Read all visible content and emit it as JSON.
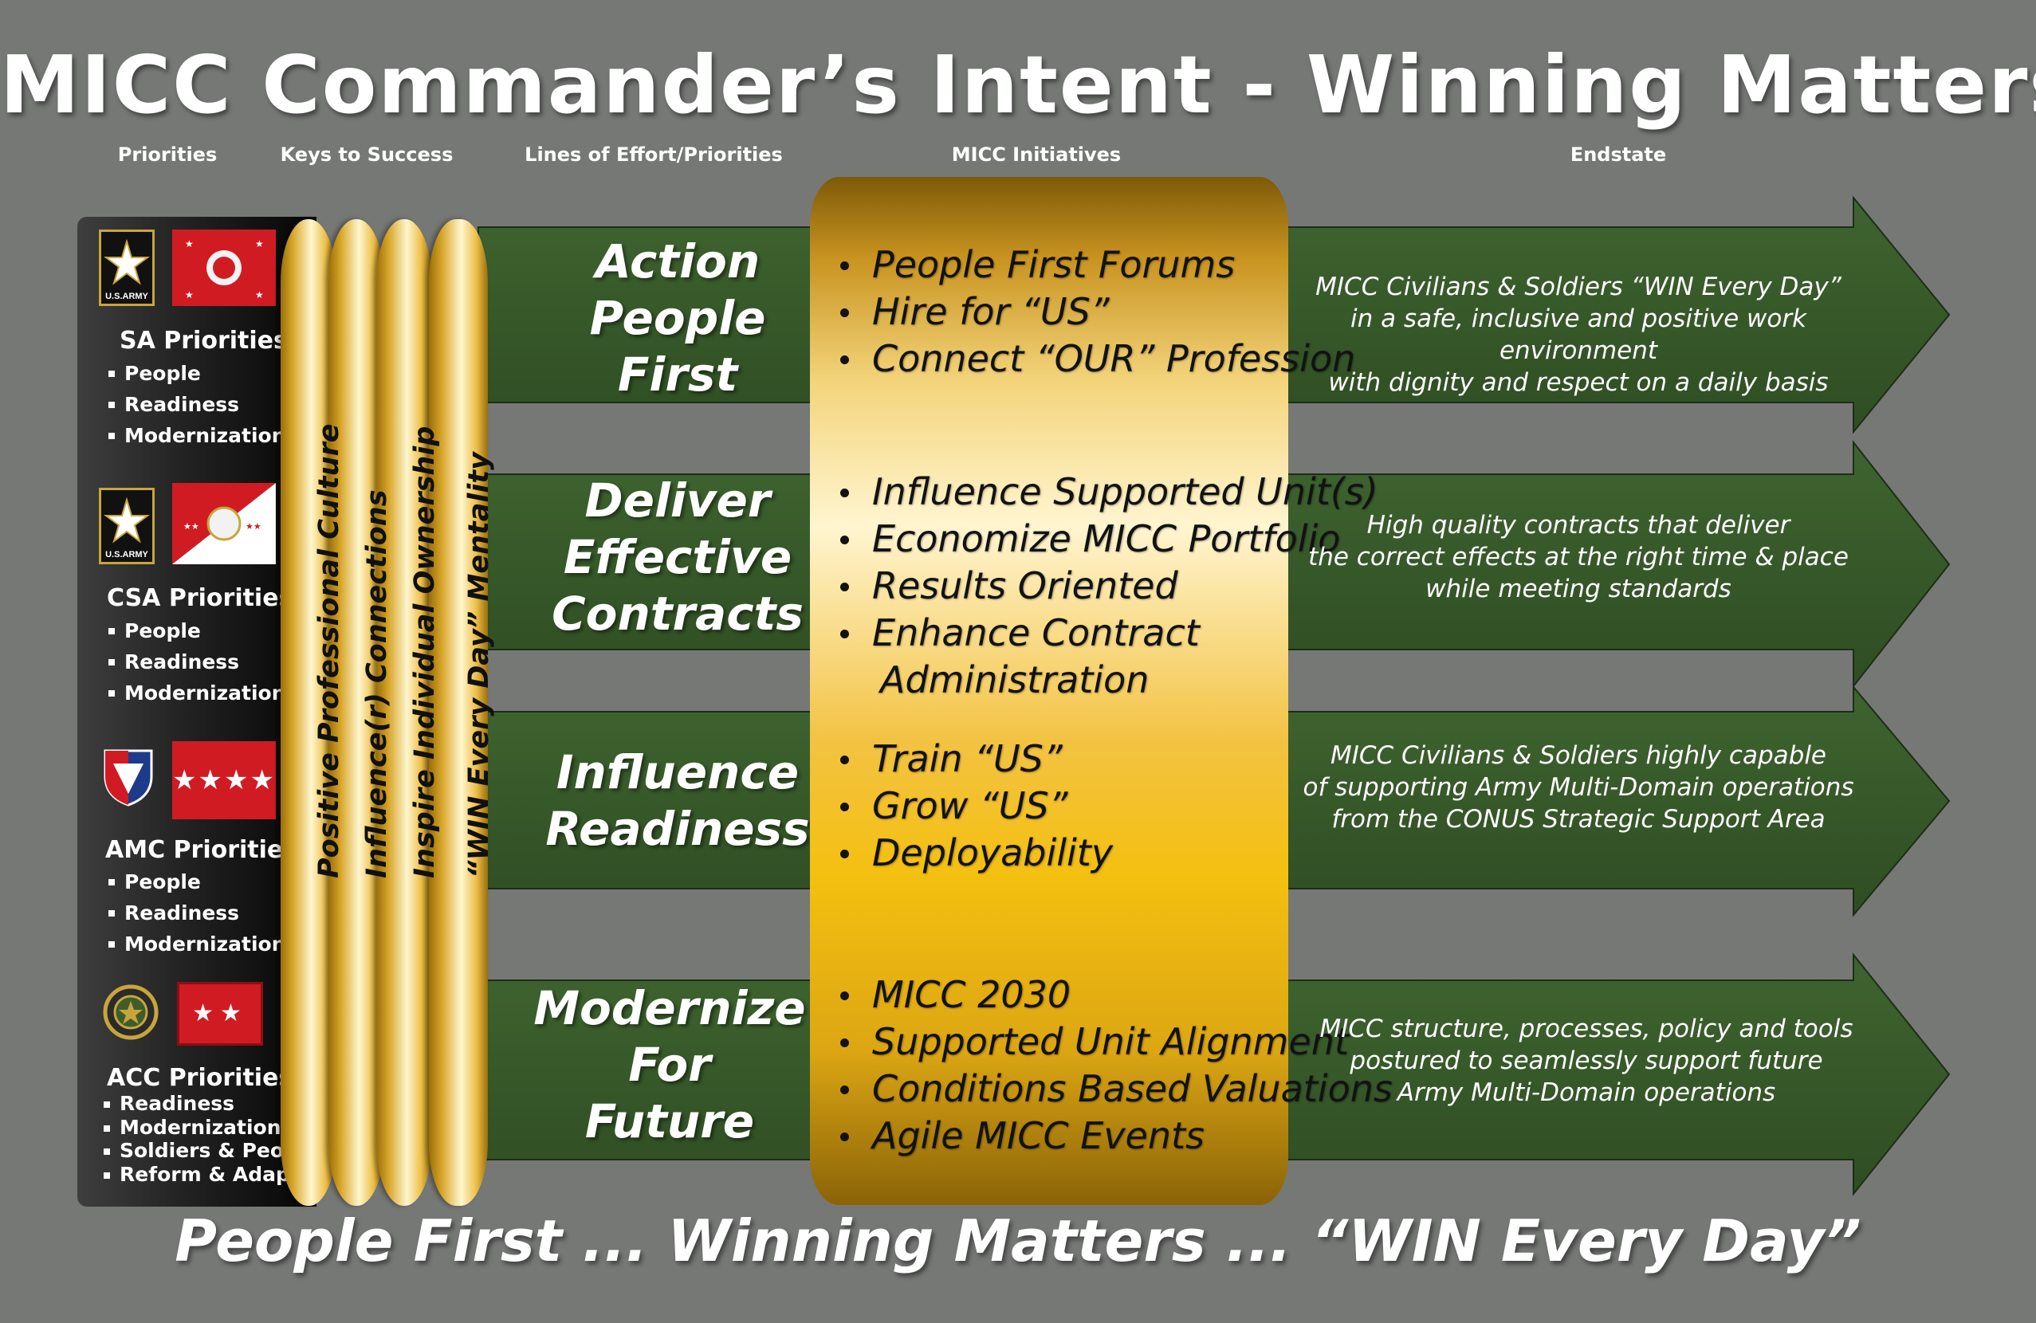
{
  "title": "MICC Commander’s Intent - Winning Matters!",
  "column_headers": {
    "priorities": "Priorities",
    "keys": "Keys to Success",
    "lines": "Lines of Effort/Priorities",
    "initiatives": "MICC Initiatives",
    "endstate": "Endstate"
  },
  "left_panel": {
    "army_logo_text": "U.S.ARMY",
    "sa": {
      "title": "SA Priorities",
      "items": [
        "People",
        "Readiness",
        "Modernization"
      ]
    },
    "csa": {
      "title": "CSA Priorities",
      "items": [
        "People",
        "Readiness",
        "Modernization"
      ]
    },
    "amc": {
      "title": "AMC Priorities",
      "items": [
        "People",
        "Readiness",
        "Modernization"
      ]
    },
    "acc": {
      "title": "ACC Priorities",
      "items": [
        "Readiness",
        "Modernization",
        "Soldiers & People",
        "Reform & Adapt"
      ]
    }
  },
  "keys": [
    "Positive Professional Culture",
    "Influence(r) Connections",
    "Inspire Individual Ownership",
    "“WIN Every Day” Mentality"
  ],
  "lines": [
    {
      "lines": [
        "Action",
        "People",
        "First"
      ]
    },
    {
      "lines": [
        "Deliver",
        "Effective",
        "Contracts"
      ]
    },
    {
      "lines": [
        "Influence",
        "Readiness"
      ]
    },
    {
      "lines": [
        "Modernize",
        "For",
        "Future"
      ]
    }
  ],
  "initiatives": [
    [
      "People First Forums",
      "Hire for “US”",
      "Connect “OUR” Profession"
    ],
    [
      "Influence Supported Unit(s)",
      "Economize MICC Portfolio",
      "Results Oriented",
      "Enhance Contract",
      "Administration"
    ],
    [
      "Train “US”",
      "Grow “US”",
      "Deployability"
    ],
    [
      "MICC 2030",
      "Supported Unit Alignment",
      "Conditions Based Valuations",
      "Agile MICC Events"
    ]
  ],
  "endstates": [
    [
      "MICC Civilians & Soldiers “WIN Every Day”",
      "in a safe, inclusive and positive work environment",
      "with dignity and respect on a daily basis"
    ],
    [
      "High quality contracts that deliver",
      "the correct effects at the right time & place",
      "while meeting standards"
    ],
    [
      "MICC Civilians & Soldiers highly capable",
      "of supporting Army Multi-Domain operations",
      "from the CONUS Strategic Support Area"
    ],
    [
      "MICC structure, processes, policy and tools",
      "postured to seamlessly support future",
      "Army Multi-Domain operations"
    ]
  ],
  "footer": "People First ... Winning Matters ... “WIN Every Day”",
  "colors": {
    "background": "#767876",
    "arrow_green": "#37582a",
    "gold": "#f4c010",
    "flag_red": "#d11b23"
  }
}
